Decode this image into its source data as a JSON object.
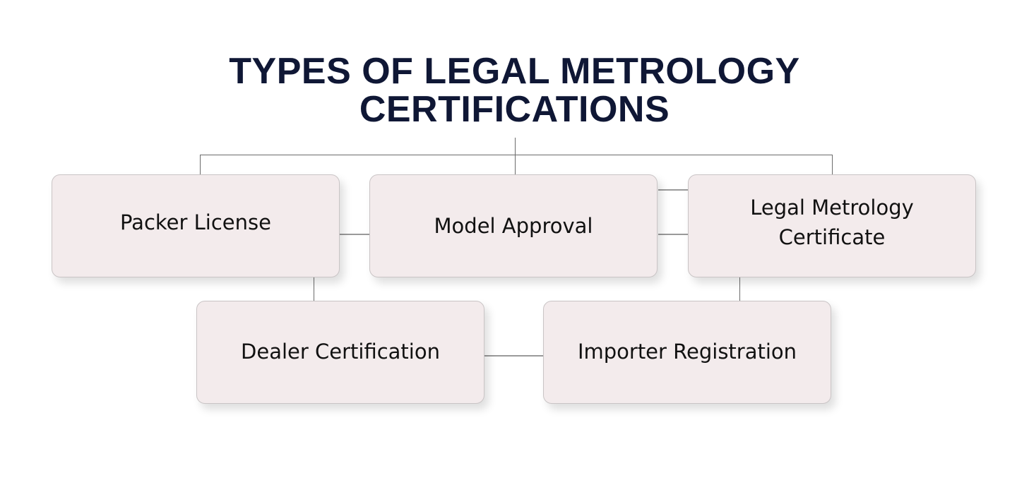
{
  "title": {
    "line1": "TYPES OF LEGAL METROLOGY",
    "line2": "CERTIFICATIONS"
  },
  "nodes": [
    {
      "id": "packer-license",
      "label": "Packer License"
    },
    {
      "id": "model-approval",
      "label": "Model Approval"
    },
    {
      "id": "legal-metrology-certificate",
      "label_line1": "Legal Metrology",
      "label_line2": "Certificate"
    },
    {
      "id": "dealer-certification",
      "label": "Dealer Certification"
    },
    {
      "id": "importer-registration",
      "label": "Importer Registration"
    }
  ],
  "colors": {
    "title": "#0f1735",
    "box_fill": "#f3ebec",
    "box_border": "#c9c4c5",
    "connector": "#6b6b6b",
    "background": "#ffffff"
  }
}
